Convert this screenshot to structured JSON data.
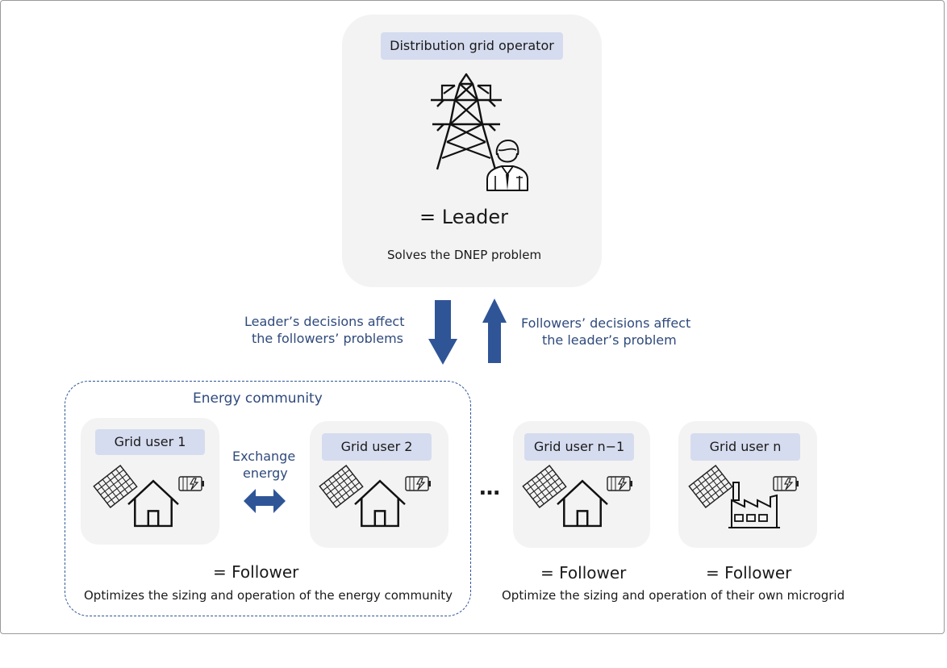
{
  "leader": {
    "title": "Distribution grid operator",
    "role": "= Leader",
    "task": "Solves the DNEP problem"
  },
  "arrows": {
    "down_line1": "Leader’s decisions affect",
    "down_line2": "the followers’ problems",
    "up_line1": "Followers’ decisions affect",
    "up_line2": "the leader’s problem"
  },
  "community": {
    "title": "Energy community",
    "exchange_line1": "Exchange",
    "exchange_line2": "energy",
    "role": "= Follower",
    "task": "Optimizes the sizing and operation of the energy community"
  },
  "users": [
    {
      "label": "Grid user 1",
      "building": "house-icon"
    },
    {
      "label": "Grid user 2",
      "building": "house-icon"
    },
    {
      "label": "Grid user n−1",
      "building": "house-icon"
    },
    {
      "label": "Grid user n",
      "building": "factory-icon"
    }
  ],
  "ellipsis": "…",
  "others": {
    "role_a": "= Follower",
    "role_b": "= Follower",
    "task": "Optimize the sizing and operation of their own microgrid"
  },
  "colors": {
    "accent_blue": "#2f5597",
    "text_blue": "#2f4a7c",
    "chip_fill": "#d6dcef",
    "panel_fill": "#f3f3f3"
  }
}
